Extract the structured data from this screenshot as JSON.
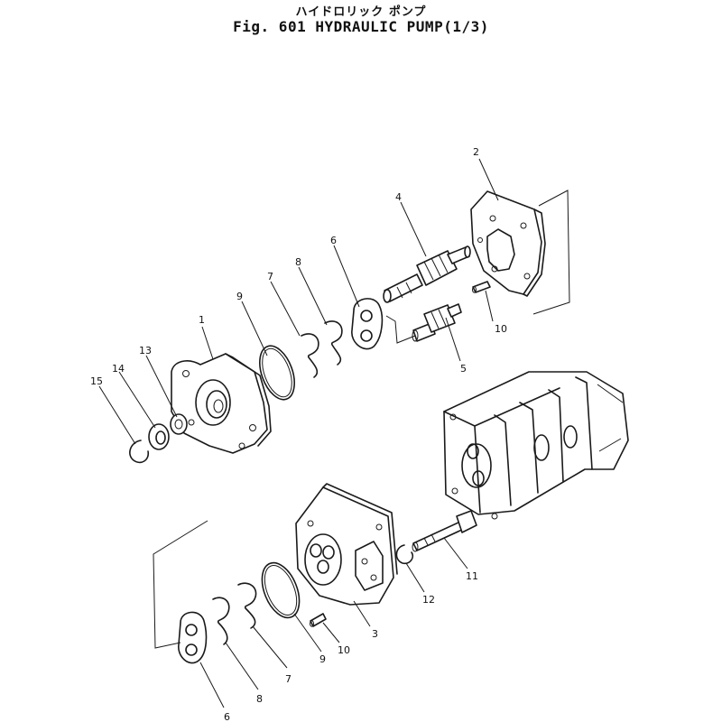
{
  "header": {
    "title_jp": "ハイドロリック ポンプ",
    "title_en": "Fig. 601 HYDRAULIC PUMP(1/3)"
  },
  "callouts": {
    "c1": "1",
    "c2": "2",
    "c3": "3",
    "c4": "4",
    "c5": "5",
    "c6a": "6",
    "c6b": "6",
    "c7a": "7",
    "c7b": "7",
    "c8a": "8",
    "c8b": "8",
    "c9a": "9",
    "c9b": "9",
    "c10a": "10",
    "c10b": "10",
    "c11": "11",
    "c12": "12",
    "c13": "13",
    "c14": "14",
    "c15": "15"
  }
}
